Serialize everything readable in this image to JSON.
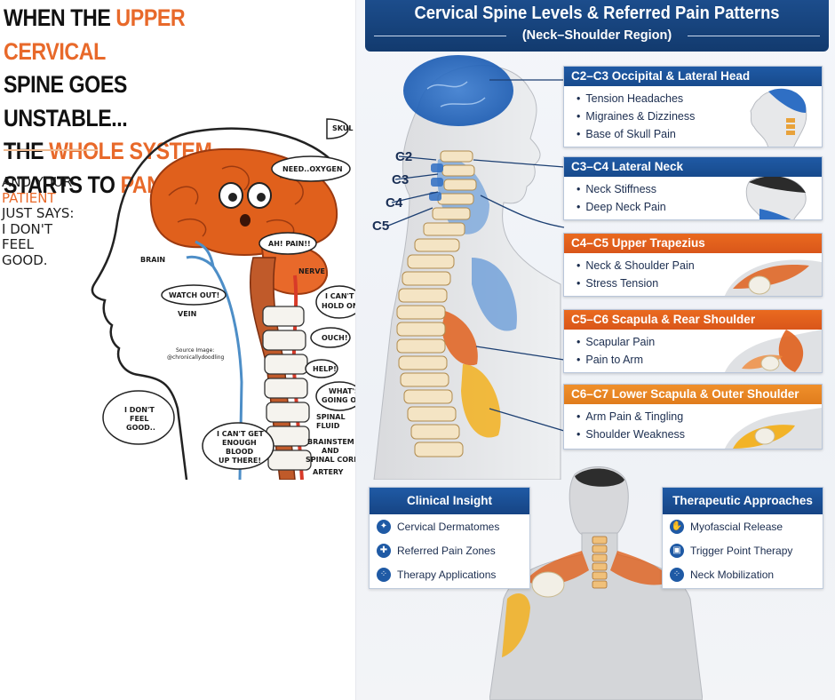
{
  "left": {
    "headline": {
      "line1_a": "WHEN THE ",
      "line1_hl": "UPPER CERVICAL",
      "line2": "SPINE GOES UNSTABLE...",
      "line3_a": "THE ",
      "line3_hl": "WHOLE SYSTEM",
      "line4_a": "STARTS TO ",
      "line4_hl": "PANIC"
    },
    "subtext": {
      "line1": "AND YOUR",
      "line2_hl": "PATIENT",
      "line3": "JUST SAYS:",
      "line4": "I DON'T",
      "line5": "FEEL",
      "line6": "GOOD."
    },
    "cartoon": {
      "skull": "SKUL",
      "need_oxygen": "NEED..OXYGEN",
      "brain": "BRAIN",
      "ah_pain": "AH! PAIN!!",
      "nerve": "NERVE",
      "watch_out": "WATCH OUT!",
      "cant_hold_1": "I CAN'T",
      "cant_hold_2": "HOLD ON",
      "vein": "VEIN",
      "source_1": "Source Image:",
      "source_2": "@chronicallydoodling",
      "ouch": "OUCH!",
      "help": "HELP!",
      "whats_1": "WHAT'S",
      "whats_2": "GOING ON",
      "spinal_fluid_1": "SPINAL",
      "spinal_fluid_2": "FLUID",
      "dont_feel_1": "I DON'T",
      "dont_feel_2": "FEEL",
      "dont_feel_3": "GOOD..",
      "blood_1": "I CAN'T GET",
      "blood_2": "ENOUGH",
      "blood_3": "BLOOD",
      "blood_4": "UP THERE!",
      "brainstem_1": "BRAINSTEM",
      "brainstem_2": "AND",
      "brainstem_3": "SPINAL CORD",
      "artery": "ARTERY"
    }
  },
  "right": {
    "title": "Cervical Spine Levels & Referred Pain Patterns",
    "subtitle": "(Neck–Shoulder Region)",
    "levels": [
      "C2",
      "C3",
      "C4",
      "C5"
    ],
    "cards": [
      {
        "title": "C2–C3 Occipital & Lateral Head",
        "color": "blue",
        "items": [
          "Tension Headaches",
          "Migraines & Dizziness",
          "Base of Skull Pain"
        ]
      },
      {
        "title": "C3–C4 Lateral Neck",
        "color": "blue",
        "items": [
          "Neck Stiffness",
          "Deep Neck Pain"
        ]
      },
      {
        "title": "C4–C5 Upper Trapezius",
        "color": "orange",
        "items": [
          "Neck & Shoulder Pain",
          "Stress Tension"
        ]
      },
      {
        "title": "C5–C6 Scapula & Rear Shoulder",
        "color": "orange",
        "items": [
          "Scapular Pain",
          "Pain to Arm"
        ]
      },
      {
        "title": "C6–C7 Lower Scapula & Outer Shoulder",
        "color": "amber",
        "items": [
          "Arm Pain & Tingling",
          "Shoulder Weakness"
        ]
      }
    ],
    "clinical": {
      "title": "Clinical Insight",
      "items": [
        {
          "label": "Cervical Dermatomes",
          "icon": "compass-icon"
        },
        {
          "label": "Referred Pain Zones",
          "icon": "medical-case-icon"
        },
        {
          "label": "Therapy Applications",
          "icon": "molecule-icon"
        }
      ]
    },
    "therapy": {
      "title": "Therapeutic Approaches",
      "items": [
        {
          "label": "Myofascial Release",
          "icon": "hands-icon"
        },
        {
          "label": "Trigger Point Therapy",
          "icon": "lock-icon"
        },
        {
          "label": "Neck Mobilization",
          "icon": "molecule-icon"
        }
      ]
    },
    "colors": {
      "navy": "#174a8c",
      "orange": "#e0601c",
      "amber": "#f0902b"
    }
  }
}
